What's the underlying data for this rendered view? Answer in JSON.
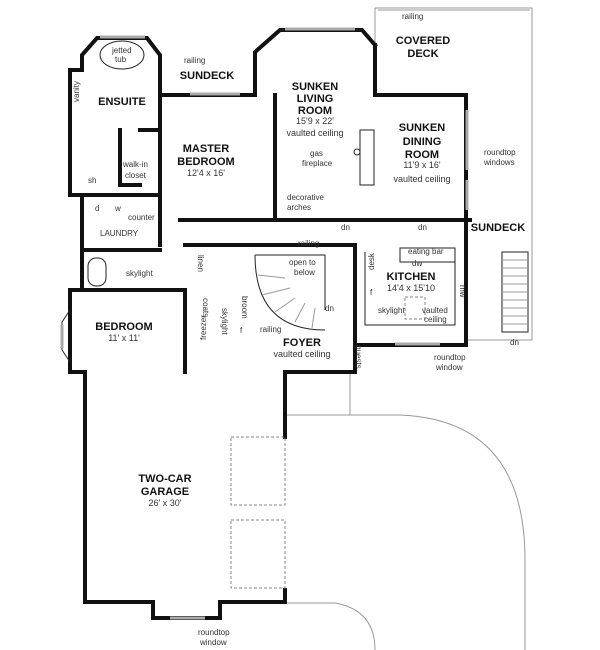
{
  "rooms": {
    "covered_deck": [
      "COVERED",
      "DECK"
    ],
    "sundeck_top": "SUNDECK",
    "ensuite": "ENSUITE",
    "living": {
      "name": [
        "SUNKEN",
        "LIVING",
        "ROOM"
      ],
      "size": "15'9  x  22'",
      "note": "vaulted   ceiling"
    },
    "dining": {
      "name": [
        "SUNKEN",
        "DINING",
        "ROOM"
      ],
      "size": "11'9  x  16'",
      "note": "vaulted ceiling"
    },
    "master": {
      "name": [
        "MASTER",
        "BEDROOM"
      ],
      "size": "12'4  x  16'"
    },
    "sundeck_right": "SUNDECK",
    "kitchen": {
      "name": "KITCHEN",
      "size": "14'4  x  15'10"
    },
    "bedroom": {
      "name": "BEDROOM",
      "size": "11'  x  11'"
    },
    "foyer": {
      "name": "FOYER",
      "note": "vaulted ceiling"
    },
    "garage": {
      "name": [
        "TWO-CAR",
        "GARAGE"
      ],
      "size": "26'  x  30'"
    },
    "laundry": "LAUNDRY"
  },
  "notes": {
    "railing": "railing",
    "jetted_tub": [
      "jetted",
      "tub"
    ],
    "vanity": "vanity",
    "sh": "sh",
    "walk_in_closet": [
      "walk-in",
      "closet"
    ],
    "d": "d",
    "w": "w",
    "counter": "counter",
    "skylight": "skylight",
    "gas_fireplace": [
      "gas",
      "fireplace"
    ],
    "decorative_arches": [
      "decorative",
      "arches"
    ],
    "roundtop_windows": [
      "roundtop",
      "windows"
    ],
    "roundtop_window": [
      "roundtop",
      "window"
    ],
    "dn": "dn",
    "open_to_below": [
      "open to",
      "below"
    ],
    "eating_bar": "eating bar",
    "dw": "dw",
    "desk": "desk",
    "f": "f",
    "mw": "mw",
    "vaulted_ceiling": [
      "vaulted",
      "ceiling"
    ],
    "linen": "linen",
    "coats": "coats",
    "broom": "broom",
    "freezer": "freezer",
    "guests": "guests"
  }
}
